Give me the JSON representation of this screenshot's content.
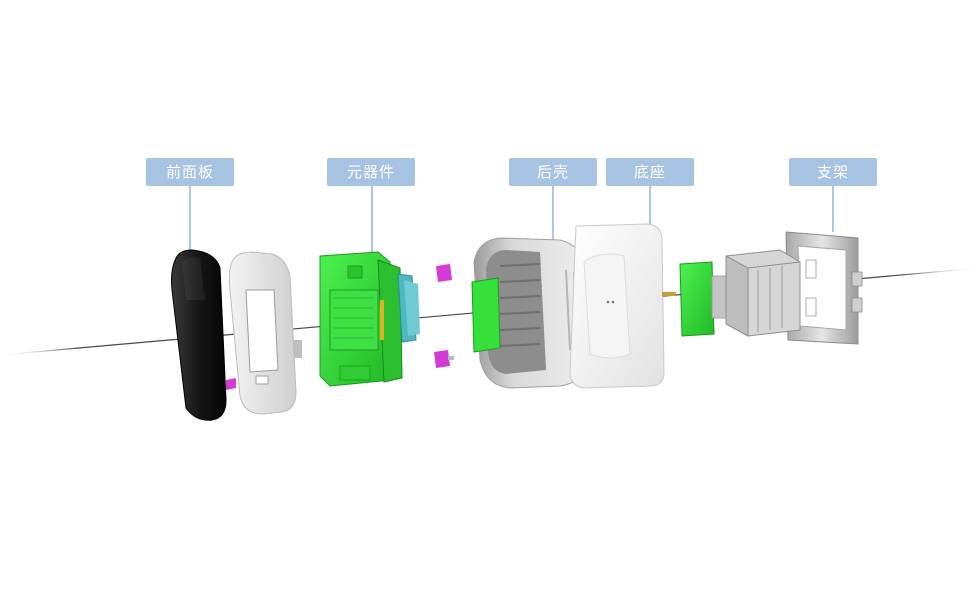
{
  "labels": {
    "front_panel": "前面板",
    "components": "元器件",
    "rear_shell": "后壳",
    "base": "底座",
    "bracket": "支架"
  },
  "colors": {
    "label_bg": "#a6c3e2",
    "label_text": "#ffffff",
    "pcb_green": "#35e03a",
    "front_panel_dark": "#1c1c1c",
    "shell_white": "#eeeeee",
    "clip_magenta": "#d43ad6",
    "connector_teal": "#4fb7c0",
    "bracket_metal": "#bdbdbd",
    "leader_line": "#5c8cc2"
  }
}
